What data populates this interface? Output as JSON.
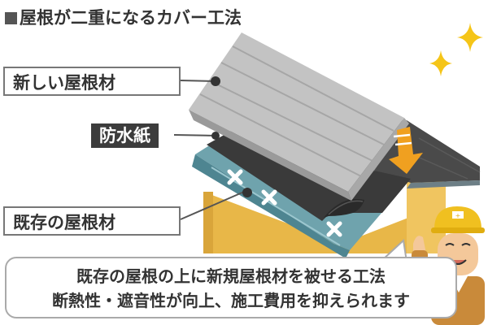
{
  "title": "屋根が二重になるカバー工法",
  "labels": {
    "new_roof": "新しい屋根材",
    "waterproof": "防水紙",
    "existing_roof": "既存の屋根材"
  },
  "caption": {
    "line1": "既存の屋根の上に新規屋根材を被せる工法",
    "line2": "断熱性・遮音性が向上、施工費用を抑えられます"
  },
  "colors": {
    "new_roof": "#b5b5b5",
    "waterproof": "#3a3a3a",
    "existing_roof": "#6fa3ad",
    "wall": "#e8b748",
    "arrow": "#f0a020",
    "sparkle": "#f5c518"
  },
  "icons": [
    "cross-mark-icon",
    "down-arrow-icon",
    "sparkle-icon",
    "worker-icon"
  ]
}
